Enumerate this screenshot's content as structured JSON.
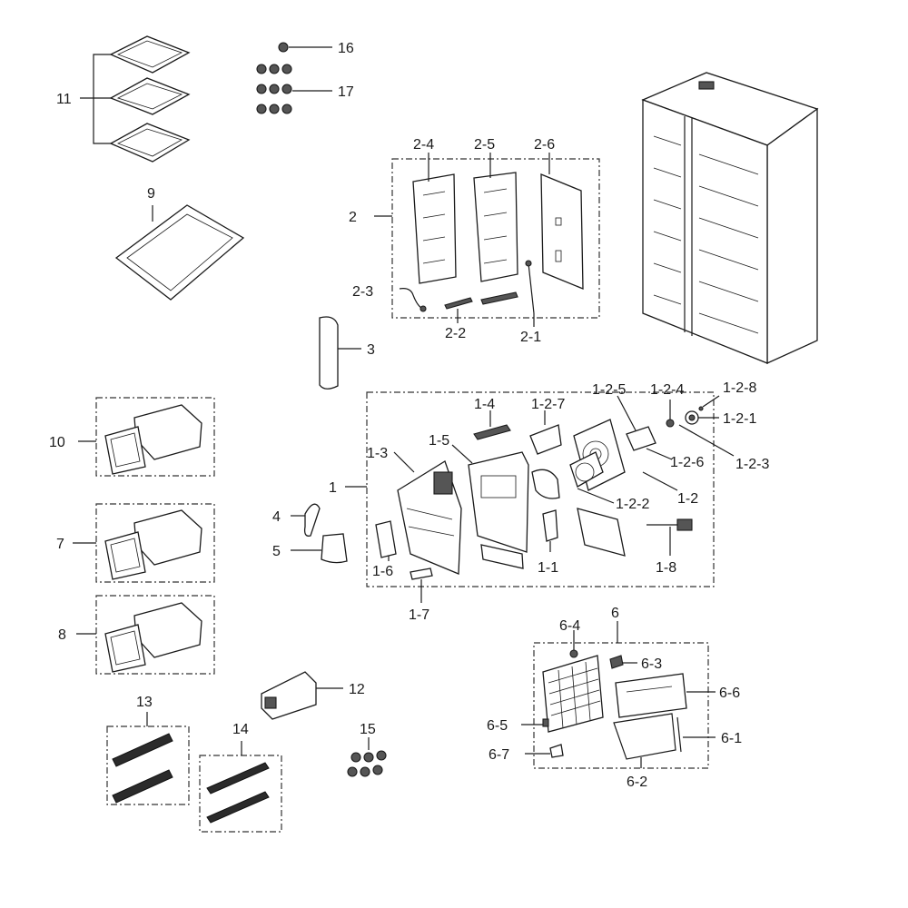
{
  "callouts": {
    "c1": "1",
    "c1_1": "1-1",
    "c1_2": "1-2",
    "c1_2_1": "1-2-1",
    "c1_2_2": "1-2-2",
    "c1_2_3": "1-2-3",
    "c1_2_4": "1-2-4",
    "c1_2_5": "1-2-5",
    "c1_2_6": "1-2-6",
    "c1_2_7": "1-2-7",
    "c1_2_8": "1-2-8",
    "c1_3": "1-3",
    "c1_4": "1-4",
    "c1_5": "1-5",
    "c1_6": "1-6",
    "c1_7": "1-7",
    "c1_8": "1-8",
    "c2": "2",
    "c2_1": "2-1",
    "c2_2": "2-2",
    "c2_3": "2-3",
    "c2_4": "2-4",
    "c2_5": "2-5",
    "c2_6": "2-6",
    "c3": "3",
    "c4": "4",
    "c5": "5",
    "c6": "6",
    "c6_1": "6-1",
    "c6_2": "6-2",
    "c6_3": "6-3",
    "c6_4": "6-4",
    "c6_5": "6-5",
    "c6_6": "6-6",
    "c6_7": "6-7",
    "c7": "7",
    "c8": "8",
    "c9": "9",
    "c10": "10",
    "c11": "11",
    "c12": "12",
    "c13": "13",
    "c14": "14",
    "c15": "15",
    "c16": "16",
    "c17": "17"
  }
}
